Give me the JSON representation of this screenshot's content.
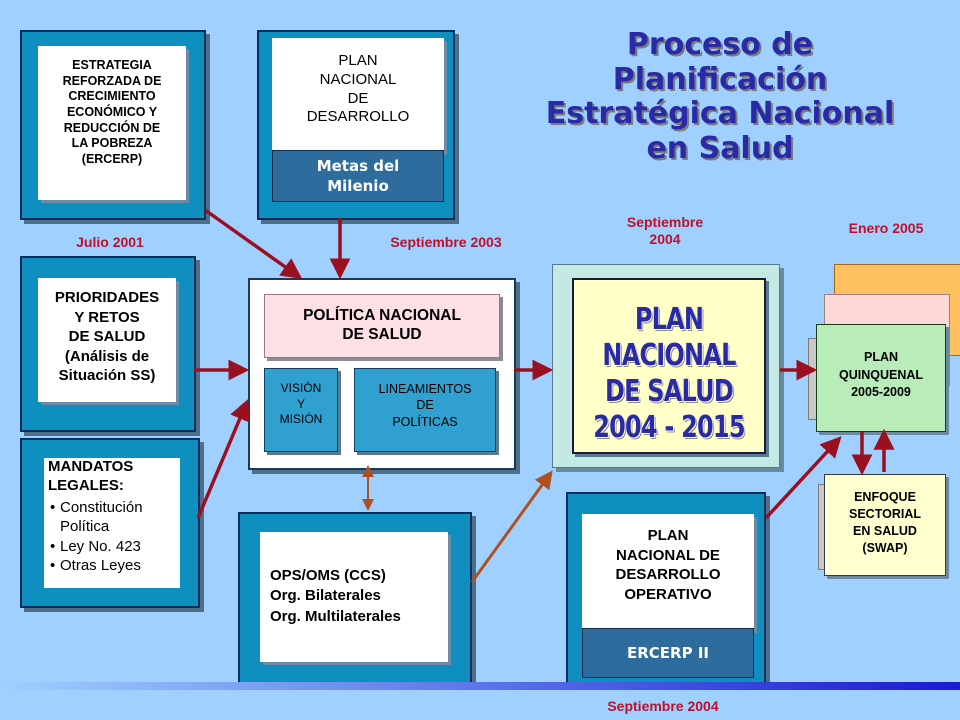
{
  "title": "Proceso de\nPlanificación\nEstratégica Nacional\nen Salud",
  "boxes": {
    "ercerp": "ESTRATEGIA\nREFORZADA DE\nCRECIMIENTO\nECONÓMICO Y\nREDUCCIÓN DE\nLA POBREZA\n(ERCERP)",
    "plan_desarrollo": "PLAN\nNACIONAL\nDE\nDESARROLLO",
    "metas_milenio": "Metas del\nMilenio",
    "prioridades": "PRIORIDADES\nY RETOS\nDE SALUD\n(Análisis de\nSituación SS)",
    "mandatos_title": "MANDATOS\nLEGALES:",
    "mandatos_items": [
      "Constitución\n  Política",
      "Ley No. 423",
      "Otras Leyes"
    ],
    "politica": "POLÍTICA NACIONAL\nDE SALUD",
    "vision": "VISIÓN\nY\nMISIÓN",
    "lineamientos": "LINEAMIENTOS\nDE\nPOLÍTICAS",
    "ops": "OPS/OMS (CCS)\nOrg. Bilaterales\nOrg. Multilaterales",
    "plan_salud": "PLAN  NACIONAL\nDE SALUD\n2004 - 2015",
    "plan_operativo": "PLAN\nNACIONAL DE\nDESARROLLO\nOPERATIVO",
    "ercerp2": "ERCERP II",
    "quinquenal": "PLAN\nQUINQUENAL\n2005-2009",
    "swap": "ENFOQUE\nSECTORIAL\nEN SALUD\n(SWAP)"
  },
  "dates": {
    "julio2001": "Julio 2001",
    "sept2003": "Septiembre 2003",
    "sept2004_top": "Septiembre\n2004",
    "enero2005": "Enero 2005",
    "sept2004_bottom": "Septiembre 2004"
  },
  "colors": {
    "background": "#9fd0ff",
    "frame": "#0f8fbf",
    "dark_bar": "#2d6c9c",
    "date_red": "#c0102a",
    "arrow_red": "#9b1020",
    "title_blue": "#2a2aa6",
    "plan_salud_bg": "#ffffc8",
    "quinquenal_green": "#b8ecb8",
    "politica_pink": "#fde0e6"
  }
}
